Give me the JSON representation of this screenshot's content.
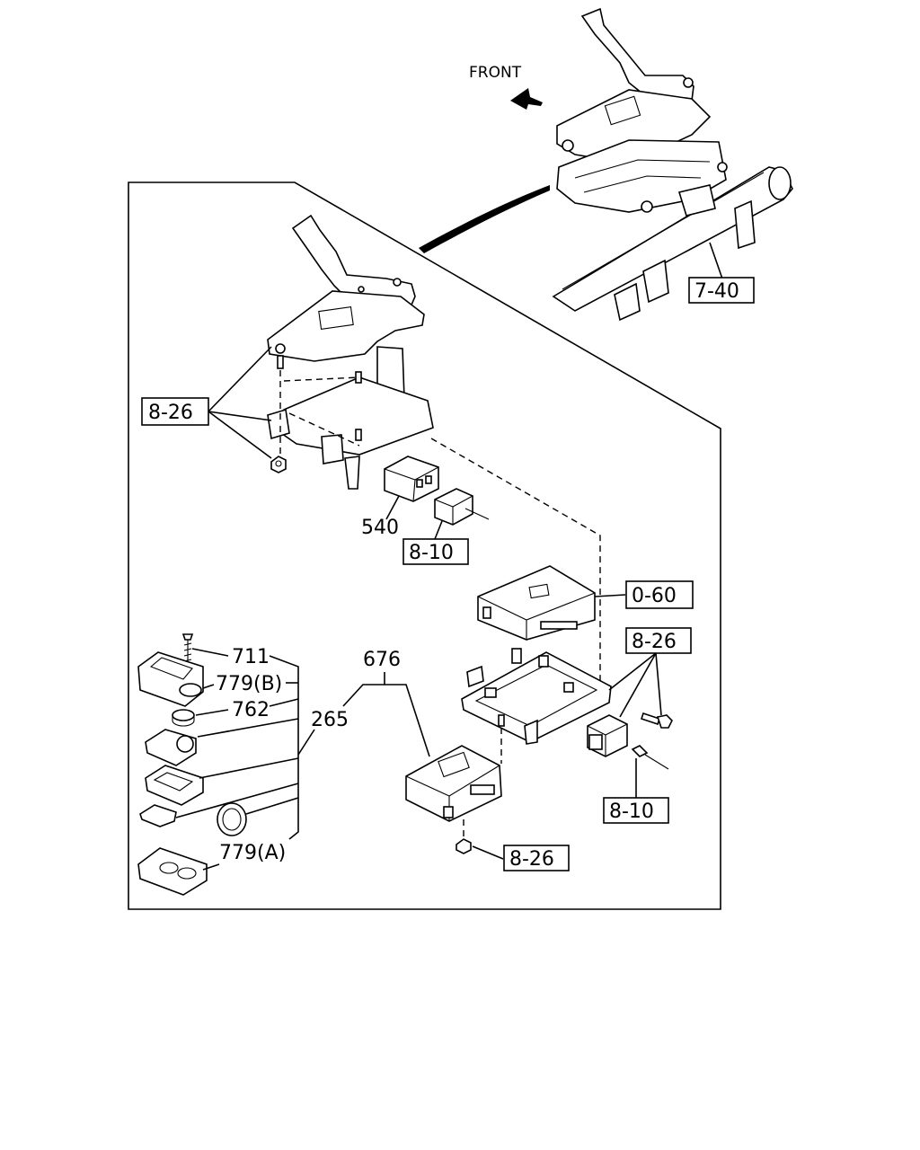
{
  "direction": {
    "front_label": "FRONT"
  },
  "callouts": {
    "ref_7_40": "7-40",
    "ref_8_26_left": "8-26",
    "part_540": "540",
    "ref_8_10_upper": "8-10",
    "ref_0_60": "0-60",
    "ref_8_26_right": "8-26",
    "part_711": "711",
    "part_779b": "779(B)",
    "part_762": "762",
    "part_265": "265",
    "part_779a": "779(A)",
    "part_676": "676",
    "ref_8_10_lower": "8-10",
    "ref_8_26_bottom": "8-26"
  }
}
